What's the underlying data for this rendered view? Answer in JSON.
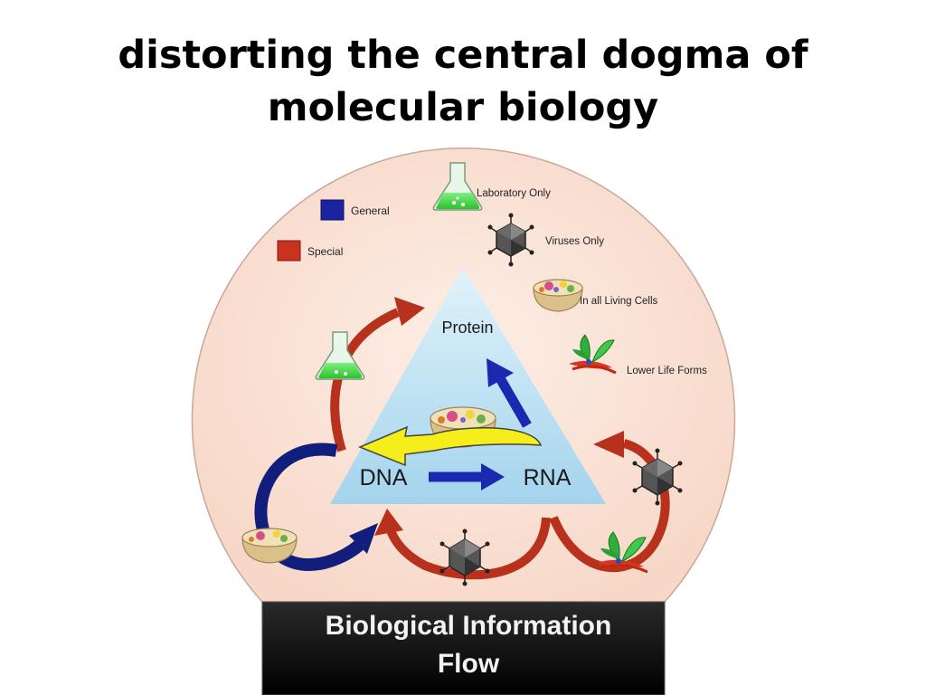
{
  "slide": {
    "title_line1": "distorting the central dogma of",
    "title_line2": "molecular biology"
  },
  "diagram": {
    "legend": [
      {
        "label": "General",
        "color": "#1a23a0"
      },
      {
        "label": "Special",
        "color": "#c8321e"
      }
    ],
    "key": [
      {
        "label": "Laboratory Only",
        "icon": "flask-icon"
      },
      {
        "label": "Viruses Only",
        "icon": "virus-icon"
      },
      {
        "label": "In all Living Cells",
        "icon": "cell-icon"
      },
      {
        "label": "Lower Life Forms",
        "icon": "plant-icon"
      }
    ],
    "nodes": {
      "protein": "Protein",
      "dna": "DNA",
      "rna": "RNA"
    },
    "banner_line1": "Biological Information",
    "banner_line2": "Flow",
    "colors": {
      "background_circle": "#fbe3d6",
      "triangle": "#a6d8f0",
      "general_arrow": "#111e7c",
      "special_arrow": "#b8311c",
      "translation_arrow": "#f5ee1a",
      "banner": "#0a0a0a"
    }
  }
}
